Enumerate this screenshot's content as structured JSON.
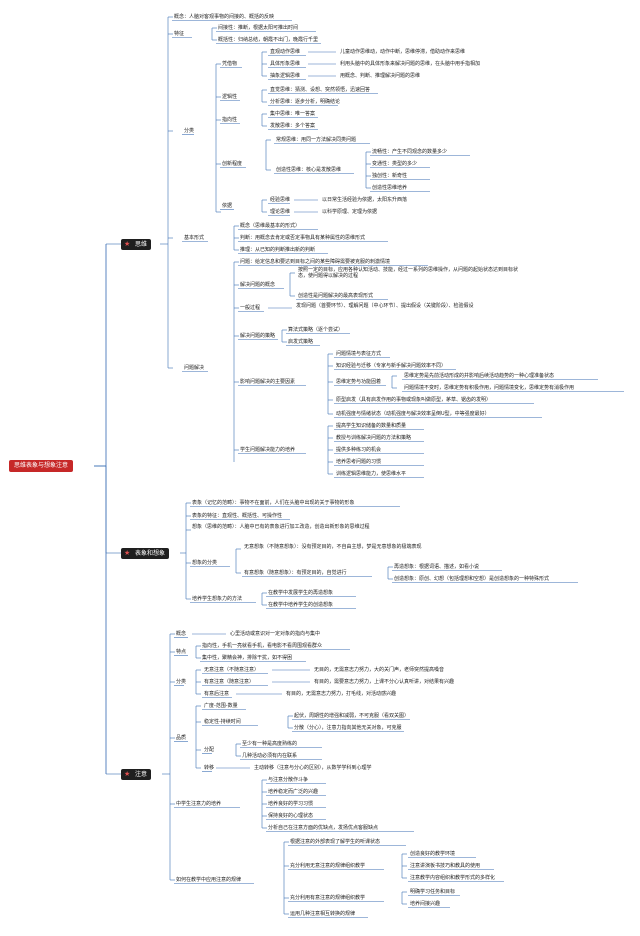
{
  "root": "思维表象与想象注意",
  "branches": [
    {
      "label": "思维",
      "children": [
        {
          "label": "概念：人脑对客观事物的间接的、概括的反映"
        },
        {
          "label": "特征",
          "children": [
            {
              "label": "间接性：推断，根据太阳可推出时间"
            },
            {
              "label": "概括性：归纳总结，朝霞不出门，晚霞行千里"
            }
          ]
        },
        {
          "label": "分类",
          "children": [
            {
              "label": "凭借物",
              "children": [
                {
                  "label": "直观动作思维",
                  "note": "儿童动作思维动，动作中断，思维停滞，借助动作来思维"
                },
                {
                  "label": "具体形象思维",
                  "note": "利用头脑中的具体形象来解决问题的思维，在头脑中用手指相加"
                },
                {
                  "label": "抽象逻辑思维",
                  "note": "用概念、判断、推理解决问题的思维"
                }
              ]
            },
            {
              "label": "逻辑性",
              "children": [
                {
                  "label": "直觉思维：猜测、设想、突然领悟，迅速回答"
                },
                {
                  "label": "分析思维：逐步分析，明确结论"
                }
              ]
            },
            {
              "label": "指向性",
              "children": [
                {
                  "label": "集中思维：唯一答案"
                },
                {
                  "label": "发散思维：多个答案"
                }
              ]
            },
            {
              "label": "创新程度",
              "children": [
                {
                  "label": "常规思维：用同一方法解决同类问题"
                },
                {
                  "label": "创造性思维：核心是发散思维",
                  "children": [
                    {
                      "label": "流畅性：产生不同观念的数量多少"
                    },
                    {
                      "label": "变通性：类型的多少"
                    },
                    {
                      "label": "独创性：新奇性"
                    },
                    {
                      "label": "创造性思维培养"
                    }
                  ]
                }
              ]
            },
            {
              "label": "依据",
              "children": [
                {
                  "label": "经验思维",
                  "note": "以日常生活经验为依据，太阳东升西落"
                },
                {
                  "label": "理论思维",
                  "note": "以科学原理、定理为依据"
                }
              ]
            }
          ]
        },
        {
          "label": "基本形式",
          "children": [
            {
              "label": "概念（思维最基本的形式）"
            },
            {
              "label": "判断：用概念去肯定或否定事物具有某种属性的思维形式"
            },
            {
              "label": "推理：从已知的判断推出新的判断"
            }
          ]
        },
        {
          "label": "问题解决",
          "children": [
            {
              "label": "问题：给定信息和要达到目标之间的某些障碍需要被克服的刺激情境"
            },
            {
              "label": "解决问题的概念",
              "children": [
                {
                  "label": "按照一定的目标，应用各种认知活动、技能，经过一系列的思维操作，从问题的起始状态达到目标状态，使问题得以解决的过程"
                },
                {
                  "label": "创造性是问题解决的最高表现形式"
                }
              ]
            },
            {
              "label": "一般过程",
              "children": [
                {
                  "label": "发现问题（首要环节）、理解问题（中心环节）、提出假设（关键阶段）、检验假设"
                }
              ]
            },
            {
              "label": "解决问题的策略",
              "children": [
                {
                  "label": "算法式策略（逐个尝试）"
                },
                {
                  "label": "启发式策略"
                }
              ]
            },
            {
              "label": "影响问题解决的主要因素",
              "children": [
                {
                  "label": "问题情境与表征方式"
                },
                {
                  "label": "知识经验与迁移（专家与新手解决问题效率不同）"
                },
                {
                  "label": "思维定势与功能固着",
                  "children": [
                    {
                      "label": "思维定势是先前活动形成的并影响后续活动趋势的一种心理准备状态"
                    },
                    {
                      "label": "问题情境不变时，思维定势有积极作用，问题情境变化，思维定势有消极作用"
                    }
                  ]
                },
                {
                  "label": "原型启发（具有启发作用的事物或现象叫做原型，茅草、锯齿的发明）"
                },
                {
                  "label": "动机强度与情绪状态（动机强度与解决效率呈倒U型，中等强度最好）"
                }
              ]
            },
            {
              "label": "学生问题解决能力的培养",
              "children": [
                {
                  "label": "提高学生知识储备的数量和质量"
                },
                {
                  "label": "教授与训练解决问题的方法和策略"
                },
                {
                  "label": "提供多种练习的机会"
                },
                {
                  "label": "培养思考问题的习惯"
                },
                {
                  "label": "训练逻辑思维能力，使思维水平"
                }
              ]
            }
          ]
        }
      ]
    },
    {
      "label": "表象和想象",
      "children": [
        {
          "label": "表象（记忆的范畴）：事物不在面前，人们在头脑中出现的关于事物的形象"
        },
        {
          "label": "表象的特征：直观性、概括性、可操作性"
        },
        {
          "label": "想象（思维的范畴）：人脑中已有的表象进行加工改造，创造出新形象的思维过程"
        },
        {
          "label": "想象的分类",
          "children": [
            {
              "label": "无意想象（不随意想象）：没有预定目的，不自由主想，梦是无意想象的极端表现"
            },
            {
              "label": "有意想象（随意想象）：有预定目的，自觉进行",
              "children": [
                {
                  "label": "再造想象：根据词语、描述，如看小说"
                },
                {
                  "label": "创造想象：原创、幻想（包括理想和空想）是创造想象的一种特殊形式"
                }
              ]
            }
          ]
        },
        {
          "label": "培养学生想象力的方法",
          "children": [
            {
              "label": "在教学中发展学生的再造想象"
            },
            {
              "label": "在教学中培养学生的创造想象"
            }
          ]
        }
      ]
    },
    {
      "label": "注意",
      "children": [
        {
          "label": "概念",
          "note": "心里活动或意识对一定对象的指向与集中"
        },
        {
          "label": "特点",
          "children": [
            {
              "label": "指向性，手机一亮就看手机，看电影不看周围观看群众"
            },
            {
              "label": "集中性，聚精会神，排除干扰，如不得困"
            }
          ]
        },
        {
          "label": "分类",
          "children": [
            {
              "label": "无意注意（不随意注意）",
              "note": "无目的，无需意志力努力，大的关门声，老师突然提高嗓音"
            },
            {
              "label": "有意注意（随意注意）",
              "note": "有目的，需要意志力努力，上课不分心认真听讲，对结果有兴趣"
            },
            {
              "label": "有意后注意",
              "note": "有目的，无需意志力努力，打毛线，对活动感兴趣"
            }
          ]
        },
        {
          "label": "品质",
          "children": [
            {
              "label": "广度-范围-数量"
            },
            {
              "label": "稳定性-持续时间",
              "children": [
                {
                  "label": "起伏，周期性的增强和减弱，不可克服（看双关图）"
                },
                {
                  "label": "分散（分心），注意力指向其他无关对象，可克服"
                }
              ]
            },
            {
              "label": "分配",
              "children": [
                {
                  "label": "至少有一种是高度熟练的"
                },
                {
                  "label": "几种活动必须有内在联系"
                }
              ]
            },
            {
              "label": "转移",
              "note": "主动转移（注意与分心的区别），从数学学科到心理学"
            }
          ]
        },
        {
          "label": "中学生注意力的培养",
          "children": [
            {
              "label": "与注意分散作斗争"
            },
            {
              "label": "培养稳定而广泛的兴趣"
            },
            {
              "label": "培养良好的学习习惯"
            },
            {
              "label": "保持良好的心理状态"
            },
            {
              "label": "分析自己在注意方面的优缺点，发扬优点客服缺点"
            }
          ]
        },
        {
          "label": "如何在教学中应用注意的规律",
          "children": [
            {
              "label": "根据注意的外部表现了解学生的听课状态"
            },
            {
              "label": "充分利用无意注意的规律组织教学",
              "children": [
                {
                  "label": "创造良好的教学环境"
                },
                {
                  "label": "注意讲演板书技巧和教具的使用"
                },
                {
                  "label": "注意教学内容组织和教学形式的多样化"
                }
              ]
            },
            {
              "label": "充分利用有意注意的规律组织教学",
              "children": [
                {
                  "label": "明确学习任务和目标"
                },
                {
                  "label": "培养间接兴趣"
                }
              ]
            },
            {
              "label": "运用几种注意相互转换的规律"
            }
          ]
        }
      ]
    }
  ]
}
